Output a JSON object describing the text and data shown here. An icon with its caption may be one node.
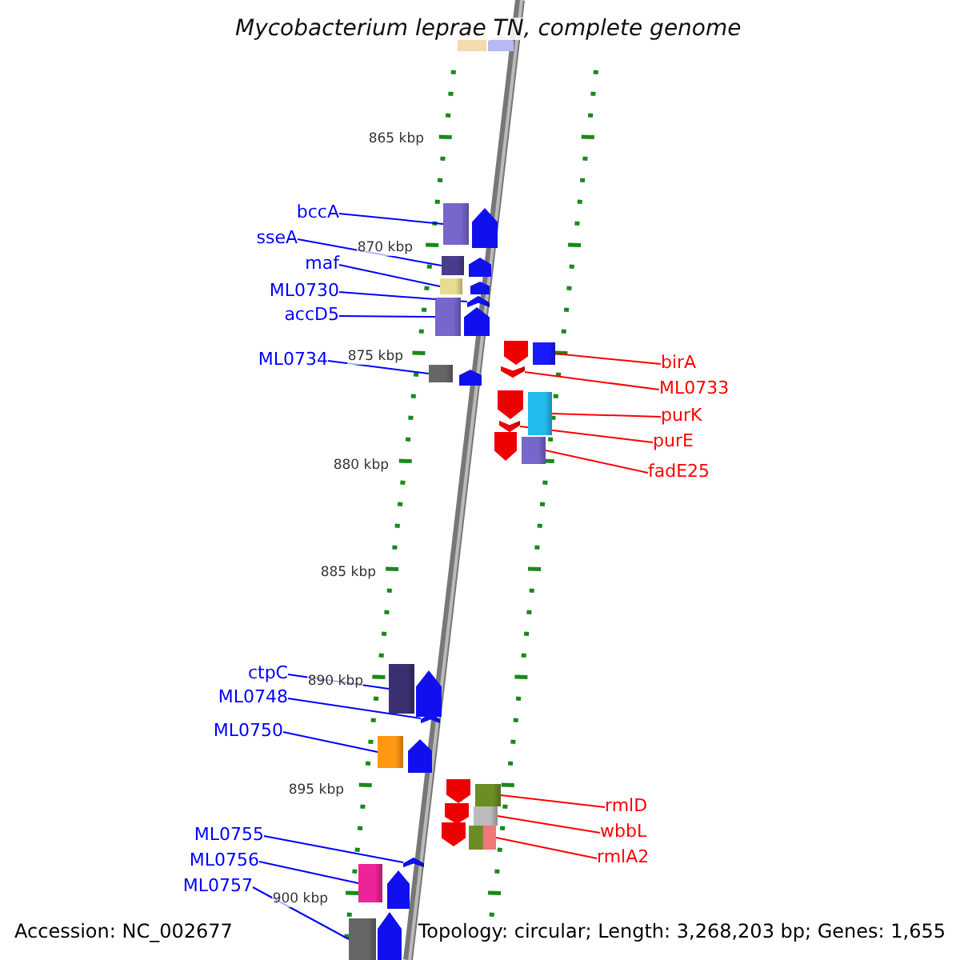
{
  "diagram": {
    "title": "Mycobacterium leprae TN, complete genome",
    "nodes": [
      {
        "text": [
          "bccA"
        ]
      },
      {
        "text": [
          "sseA"
        ]
      },
      {
        "text": [
          "maf"
        ]
      },
      {
        "text": [
          "ML0730"
        ]
      },
      {
        "text": [
          "accD5"
        ]
      },
      {
        "text": [
          "ML0734"
        ]
      },
      {
        "text": [
          "birA"
        ]
      },
      {
        "text": [
          "ML0733"
        ]
      },
      {
        "text": [
          "purK"
        ]
      },
      {
        "text": [
          "purE"
        ]
      },
      {
        "text": [
          "fadE25"
        ]
      },
      {
        "text": [
          "ctpC"
        ]
      },
      {
        "text": [
          "ML0748"
        ]
      },
      {
        "text": [
          "ML0750"
        ]
      },
      {
        "text": [
          "rmlD"
        ]
      },
      {
        "text": [
          "wbbL"
        ]
      },
      {
        "text": [
          "rmlA2"
        ]
      },
      {
        "text": [
          "ML0755"
        ]
      },
      {
        "text": [
          "ML0756"
        ]
      },
      {
        "text": [
          "ML0757"
        ]
      },
      {
        "text": [],
        "shape": "box"
      },
      {
        "text": [],
        "shape": "box"
      },
      {
        "text": [],
        "shape": "box"
      },
      {
        "text": [],
        "shape": "chevron"
      },
      {
        "text": [],
        "shape": "box"
      },
      {
        "text": [],
        "shape": "box"
      },
      {
        "text": [],
        "shape": "box"
      },
      {
        "text": [],
        "shape": "chevron"
      },
      {
        "text": [],
        "shape": "box"
      },
      {
        "text": [],
        "shape": "chevron"
      },
      {
        "text": [],
        "shape": "box"
      },
      {
        "text": [],
        "shape": "box"
      },
      {
        "text": [],
        "shape": "chevron"
      },
      {
        "text": [],
        "shape": "box"
      },
      {
        "text": [],
        "shape": "box"
      },
      {
        "text": [],
        "shape": "box"
      },
      {
        "text": [],
        "shape": "box"
      },
      {
        "text": [],
        "shape": "chevron"
      },
      {
        "text": [],
        "shape": "box"
      },
      {
        "text": [],
        "shape": "box"
      }
    ],
    "edges": [
      {
        "from": 0,
        "to": 20,
        "arrow": "none"
      },
      {
        "from": 1,
        "to": 21,
        "arrow": "none"
      },
      {
        "from": 2,
        "to": 22,
        "arrow": "none"
      },
      {
        "from": 3,
        "to": 23,
        "arrow": "none"
      },
      {
        "from": 4,
        "to": 24,
        "arrow": "none"
      },
      {
        "from": 5,
        "to": 25,
        "arrow": "none"
      },
      {
        "from": 6,
        "to": 26,
        "arrow": "none",
        "color": "#ff0000"
      },
      {
        "from": 7,
        "to": 27,
        "arrow": "none",
        "color": "#ff0000"
      },
      {
        "from": 8,
        "to": 28,
        "arrow": "none",
        "color": "#ff0000"
      },
      {
        "from": 9,
        "to": 29,
        "arrow": "none",
        "color": "#ff0000"
      },
      {
        "from": 10,
        "to": 30,
        "arrow": "none",
        "color": "#ff0000"
      },
      {
        "from": 11,
        "to": 31,
        "arrow": "none"
      },
      {
        "from": 12,
        "to": 32,
        "arrow": "none"
      },
      {
        "from": 13,
        "to": 33,
        "arrow": "none"
      },
      {
        "from": 14,
        "to": 34,
        "arrow": "none",
        "color": "#ff0000"
      },
      {
        "from": 15,
        "to": 35,
        "arrow": "none",
        "color": "#ff0000"
      },
      {
        "from": 16,
        "to": 36,
        "arrow": "none",
        "color": "#ff0000"
      },
      {
        "from": 17,
        "to": 37,
        "arrow": "none"
      },
      {
        "from": 18,
        "to": 38,
        "arrow": "none"
      },
      {
        "from": 19,
        "to": 39,
        "arrow": "none"
      }
    ],
    "labels": [
      "865 kbp",
      "870 kbp",
      "875 kbp",
      "880 kbp",
      "885 kbp",
      "890 kbp",
      "895 kbp",
      "900 kbp",
      "Accession: NC_002677",
      "Topology: circular; Length: 3,268,203 bp; Genes: 1,655"
    ]
  }
}
